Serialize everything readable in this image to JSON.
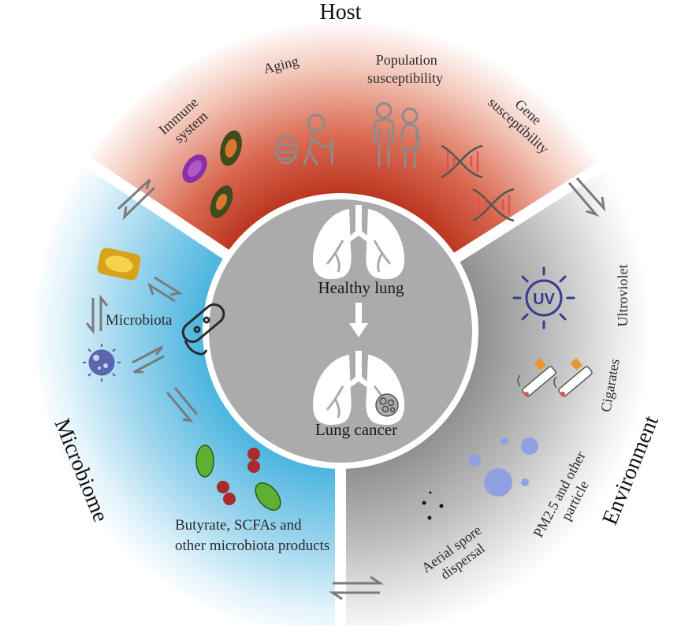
{
  "center": {
    "healthy_label": "Healthy lung",
    "cancer_label": "Lung cancer"
  },
  "host": {
    "title": "Host",
    "items": [
      {
        "line1": "Immune",
        "line2": "system"
      },
      {
        "line1": "Aging",
        "line2": ""
      },
      {
        "line1": "Population",
        "line2": "susceptibility"
      },
      {
        "line1": "Gene",
        "line2": "susceptibility"
      }
    ]
  },
  "microbiome": {
    "title": "Microbiome",
    "microbiota_label": "Microbiota",
    "products_line1": "Butyrate, SCFAs and",
    "products_line2": "other microbiota products"
  },
  "environment": {
    "title": "Environment",
    "items": [
      {
        "line1": "Ultroviolet",
        "line2": ""
      },
      {
        "line1": "Cigarates",
        "line2": ""
      },
      {
        "line1": "PM2.5 and other",
        "line2": "particle"
      },
      {
        "line1": "Aerial spore",
        "line2": "dispersal"
      }
    ],
    "uv_badge": "UV"
  },
  "colors": {
    "host_red": "#c94a30",
    "microbiome_blue": "#7dcbe8",
    "environment_gray": "#a6a6a6",
    "center_gray": "#a9a9a9",
    "icon_gray": "#8a8a8a",
    "uv_purple": "#3b3a8f"
  }
}
